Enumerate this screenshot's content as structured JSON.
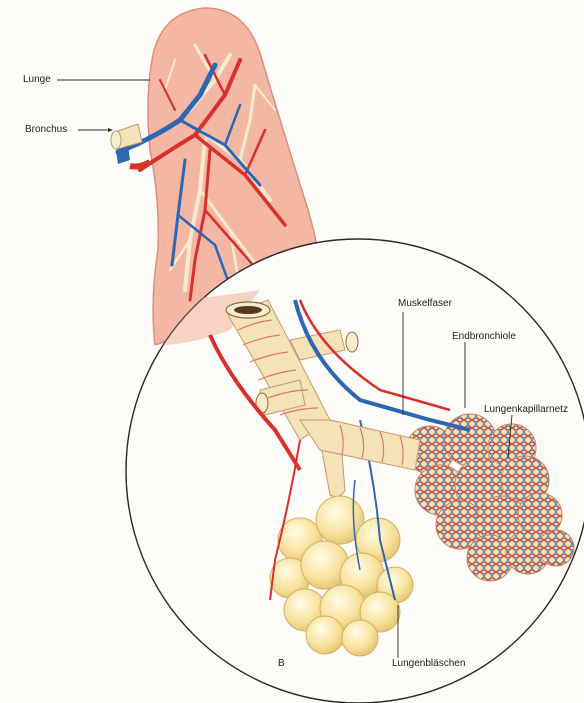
{
  "labels": {
    "lunge": "Lunge",
    "bronchus": "Bronchus",
    "muskelfaser": "Muskelfaser",
    "endbronchiole": "Endbronchiole",
    "lungenkapillarnetz": "Lungenkapillarnetz",
    "lungenblaeschen": "Lungenbläschen",
    "panel_letter": "B"
  },
  "colors": {
    "lung_fill": "#f3b7a4",
    "artery": "#d9302b",
    "vein": "#2d66b3",
    "airway": "#f7e6c3",
    "alveoli": "#f9e7a4",
    "muscle": "#e0786a"
  }
}
